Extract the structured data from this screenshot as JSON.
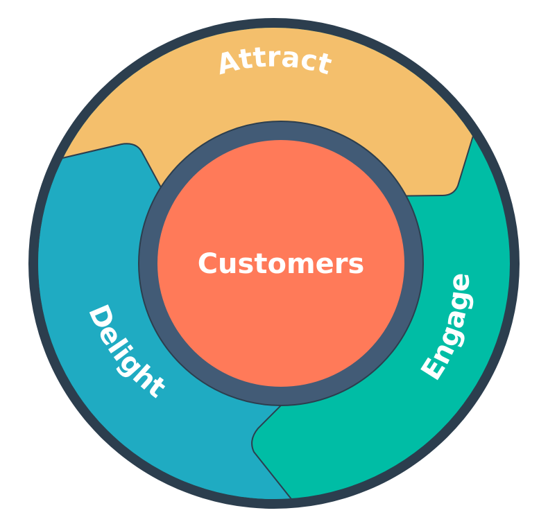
{
  "center": {
    "label": "Customers"
  },
  "segments": [
    {
      "id": "attract",
      "label": "Attract"
    },
    {
      "id": "engage",
      "label": "Engage"
    },
    {
      "id": "delight",
      "label": "Delight"
    }
  ],
  "colors": {
    "outer_ring": "#2c3e4e",
    "attract": "#f4bf6c",
    "engage": "#00bda5",
    "delight": "#1fabc2",
    "inner_ring": "#425b76",
    "center": "#ff7a59",
    "text": "#ffffff"
  }
}
